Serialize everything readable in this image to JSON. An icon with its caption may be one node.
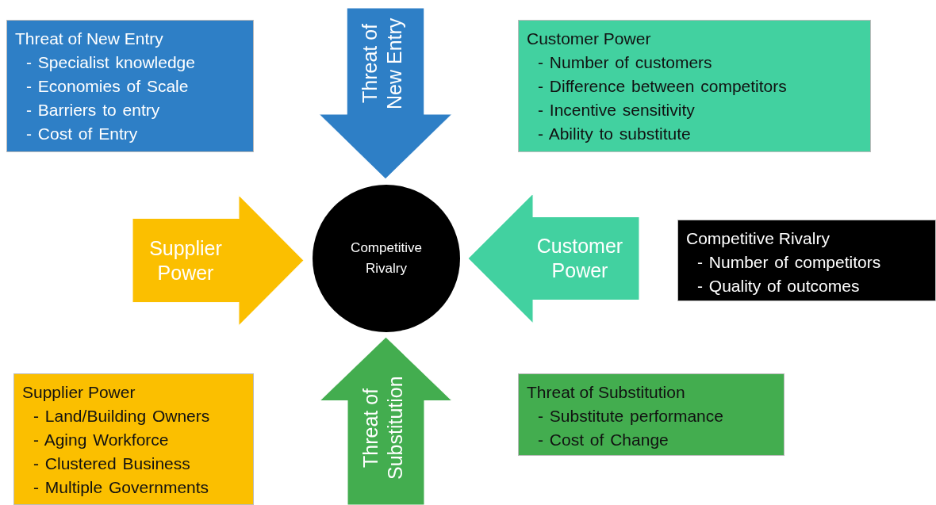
{
  "diagram": {
    "nodes": [
      {
        "text": [
          "Threat of New Entry",
          "- Specialist knowledge",
          "- Economies of Scale",
          "- Barriers to entry",
          "- Cost of Entry"
        ]
      },
      {
        "text": [
          "Threat of New Entry"
        ]
      },
      {
        "text": [
          "Customer Power",
          "- Number of customers",
          "- Difference between competitors",
          "- Incentive sensitivity",
          "- Ability to substitute"
        ]
      },
      {
        "text": [
          "Supplier Power"
        ]
      },
      {
        "text": [
          "Competitive Rivalry"
        ]
      },
      {
        "text": [
          "Customer Power"
        ]
      },
      {
        "text": [
          "Competitive Rivalry",
          "- Number of competitors",
          "- Quality of outcomes"
        ]
      },
      {
        "text": [
          "Threat of Substitution"
        ]
      },
      {
        "text": [
          "Supplier Power",
          "- Land/Building Owners",
          "- Aging Workforce",
          "- Clustered Business",
          "- Multiple Governments"
        ]
      },
      {
        "text": [
          "Threat of Substitution",
          "- Substitute performance",
          "- Cost of Change"
        ]
      }
    ]
  }
}
